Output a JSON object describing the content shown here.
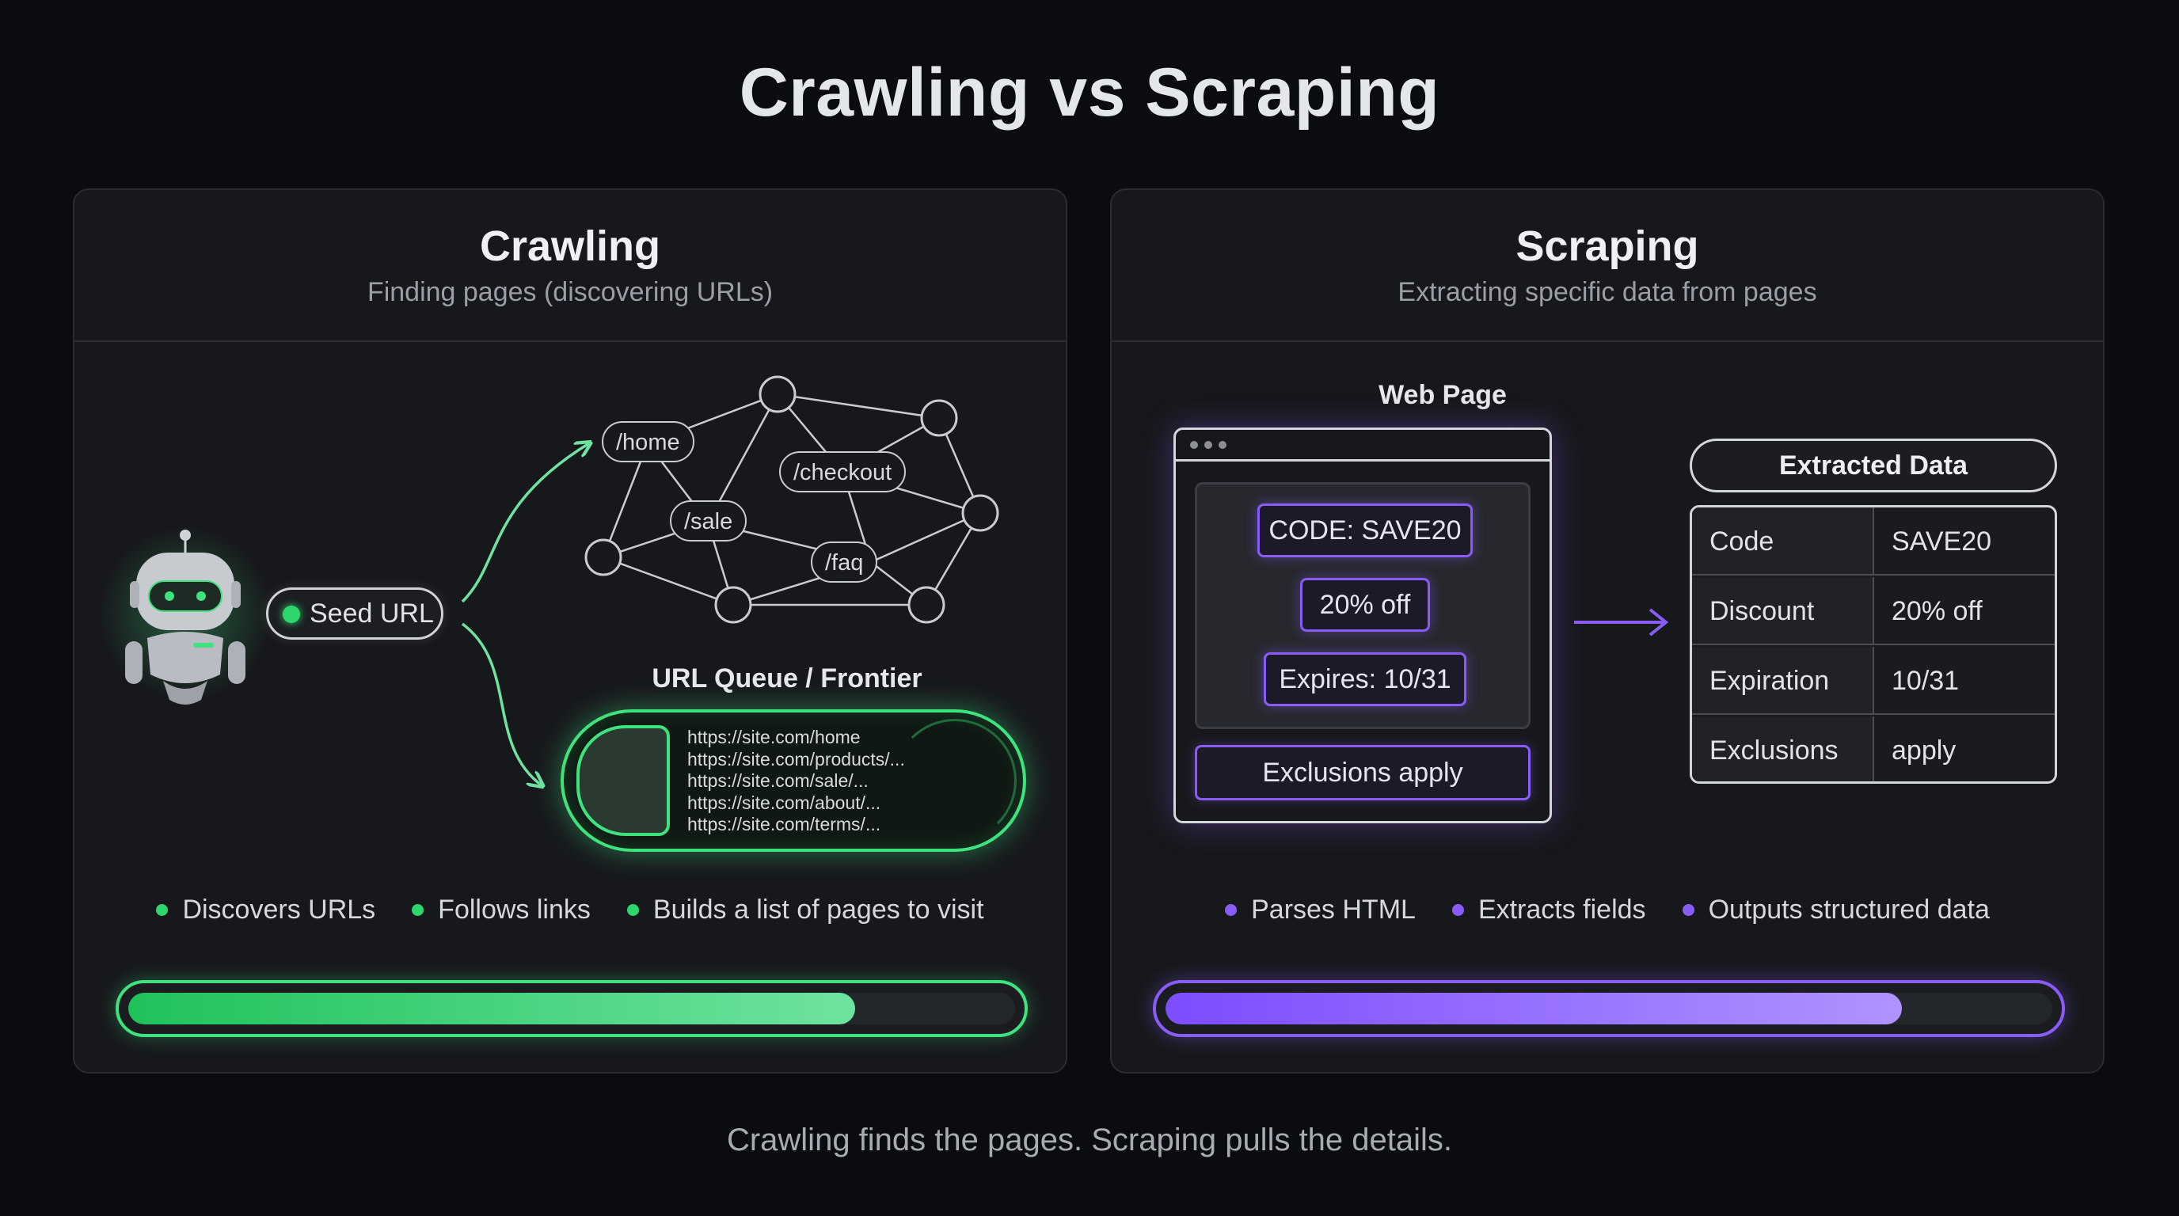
{
  "title": "Crawling vs Scraping",
  "crawling": {
    "title": "Crawling",
    "subtitle": "Finding pages (discovering URLs)",
    "seed_label": "Seed URL",
    "nodes": [
      "/home",
      "/checkout",
      "/sale",
      "/faq"
    ],
    "queue_label": "URL Queue / Frontier",
    "queue_urls": [
      "https://site.com/home",
      "https://site.com/products/...",
      "https://site.com/sale/...",
      "https://site.com/about/...",
      "https://site.com/terms/..."
    ],
    "bullets": [
      "Discovers URLs",
      "Follows links",
      "Builds a list of pages to visit"
    ],
    "progress": 0.82,
    "accent": "#3fe37d"
  },
  "scraping": {
    "title": "Scraping",
    "subtitle": "Extracting specific data from pages",
    "web_page_label": "Web Page",
    "page_items": [
      "CODE: SAVE20",
      "20% off",
      "Expires: 10/31"
    ],
    "exclusions": "Exclusions apply",
    "extracted_label": "Extracted Data",
    "extracted_rows": [
      {
        "key": "Code",
        "value": "SAVE20"
      },
      {
        "key": "Discount",
        "value": "20% off"
      },
      {
        "key": "Expiration",
        "value": "10/31"
      },
      {
        "key": "Exclusions",
        "value": "apply"
      }
    ],
    "bullets": [
      "Parses HTML",
      "Extracts fields",
      "Outputs structured data"
    ],
    "progress": 0.83,
    "accent": "#8a5cf6"
  },
  "caption": "Crawling finds the pages. Scraping pulls the details."
}
